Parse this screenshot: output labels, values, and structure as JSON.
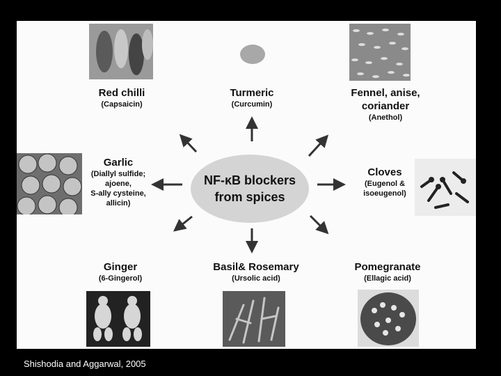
{
  "center": {
    "text": "NF-κB blockers\nfrom spices"
  },
  "spices": [
    {
      "name": "Red chilli",
      "compound": "(Capsaicin)"
    },
    {
      "name": "Turmeric",
      "compound": "(Curcumin)"
    },
    {
      "name": "Fennel, anise,\ncoriander",
      "compound": "(Anethol)"
    },
    {
      "name": "Garlic",
      "compound": "(Diallyl sulfide;\najoene,\nS-ally cysteine,\nallicin)"
    },
    {
      "name": "Cloves",
      "compound": "(Eugenol &\nisoeugenol)"
    },
    {
      "name": "Ginger",
      "compound": "(6-Gingerol)"
    },
    {
      "name": "Basil& Rosemary",
      "compound": "(Ursolic acid)"
    },
    {
      "name": "Pomegranate",
      "compound": "(Ellagic acid)"
    }
  ],
  "citation": "Shishodia and Aggarwal, 2005"
}
